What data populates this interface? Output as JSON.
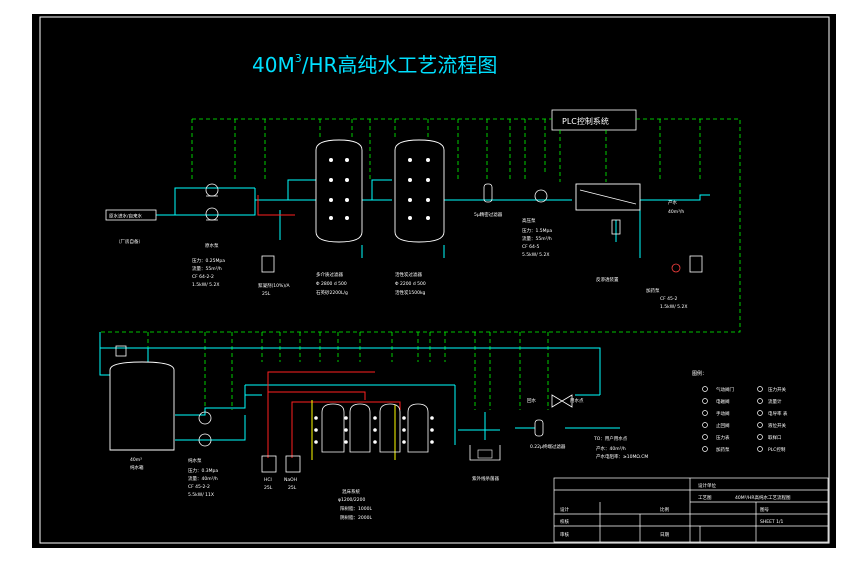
{
  "title": {
    "prefix": "40M",
    "superscript": "3",
    "suffix": "/HR高纯水工艺流程图"
  },
  "plc_box": "PLC控制系统",
  "labels": {
    "raw_water_inlet": "原水进水/自来水",
    "plant_supply": "（厂房自备）",
    "raw_pump": "原水泵",
    "raw_pump_specs": [
      "压力：0.25Mpa",
      "流量：55m³/h",
      "CF 64-2-2",
      "1.5kW/ 5.2X"
    ],
    "flocculant": "絮凝剂(10%)/A",
    "flocculant_vol": "25L",
    "sand_filter": "多介质过滤器",
    "sand_filter_specs": [
      "Φ 2800 d 500",
      "石英砂2200L/g"
    ],
    "carbon_filter": "活性炭过滤器",
    "carbon_filter_specs": [
      "Φ 2200 d 500",
      "活性炭1500kg"
    ],
    "cartridge": "5μ精密过滤器",
    "hp_pump": "高压泵",
    "hp_pump_specs": [
      "压力：1.5Mpa",
      "流量：55m³/h",
      "CF 64-5",
      "5.5kW/ 5.2X"
    ],
    "ro_unit": "反渗透装置",
    "ro_water_label": "产水",
    "ro_water_flow": "40m³/h",
    "scale_inhibitor": "阻垢剂",
    "dosing_pump": "加药泵",
    "cf_pump_specs": [
      "CF 45-2",
      "1.5kW/ 5.2X"
    ],
    "ro_tank": "纯水箱",
    "ro_tank_vol": "40m³",
    "delivery_pump": "纯水泵",
    "delivery_pump_specs": [
      "压力：0.3Mpa",
      "流量：40m³/h",
      "CF 45-2-2",
      "5.5kW/ 11X"
    ],
    "acid": "HCl",
    "acid_vol": "25L",
    "caustic": "NaOH",
    "caustic_vol": "25L",
    "mixed_bed": "混床系统",
    "mixed_bed_specs": [
      "阳树脂：1000L",
      "阴树脂：2000L"
    ],
    "mixed_bed_capacity": "φ1200/2200",
    "uv_sterilizer": "紫外线杀菌器",
    "final_filter": "0.22μ终端过滤器",
    "terminal": "用水点",
    "water_use_notes": [
      "TO：用户用水点",
      "产水：40m³/h",
      "产水电阻率：≥10MΩ.CM"
    ],
    "return_line": "回水",
    "legend_title": "图例：",
    "legend_items": [
      "气动阀门",
      "压力开关",
      "电磁阀",
      "流量计",
      "手动阀",
      "电导率 表",
      "止回阀",
      "液位开关",
      "压力表",
      "取样口",
      "加药泵",
      "PLC控制"
    ],
    "title_block": {
      "company": "设计单位",
      "project": "40M³/HR高纯水工艺流程图",
      "drawing_type": "工艺图",
      "scale_label": "比例",
      "date_label": "日期",
      "designer": "设计",
      "checker": "校核",
      "approver": "审核",
      "sheet": "图号",
      "sheet_no": "SHEET 1/1"
    }
  },
  "colors": {
    "page_background": "#ffffff",
    "cad_background": "#000000",
    "border": "#ffffff",
    "title": "#00e0ff",
    "pipe": "#00ffff",
    "signal": "#00ff00",
    "acid_line": "#ff2020",
    "caustic_line": "#ffff00",
    "box": "#ffffff"
  }
}
